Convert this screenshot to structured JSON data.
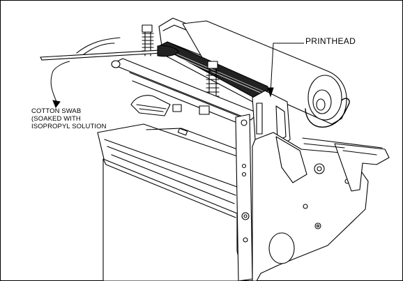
{
  "labels": {
    "printhead": "PRINTHEAD",
    "swab_line1": "COTTON SWAB",
    "swab_line2": "(SOAKED WITH",
    "swab_line3": "ISOPROPYL SOLUTION"
  },
  "colors": {
    "background": "#ffffff",
    "frame": "#000000",
    "line": "#000000",
    "fill": "#ffffff"
  }
}
